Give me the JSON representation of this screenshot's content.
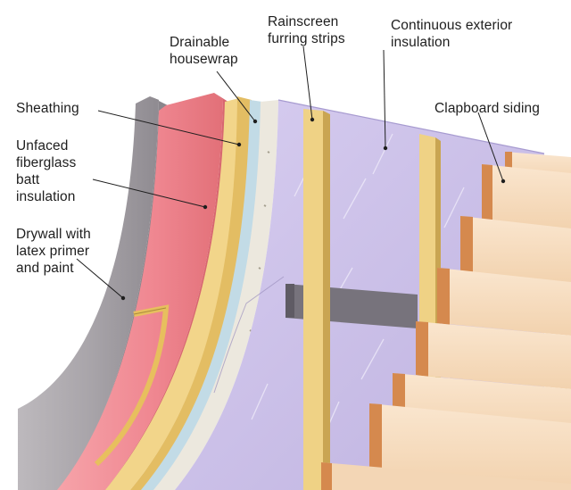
{
  "labels": {
    "housewrap": [
      "Drainable",
      "housewrap"
    ],
    "furring": [
      "Rainscreen",
      "furring strips"
    ],
    "insulation": [
      "Continuous exterior",
      "insulation"
    ],
    "sheathing": [
      "Sheathing"
    ],
    "fiberglass": [
      "Unfaced",
      "fiberglass",
      "batt",
      "insulation"
    ],
    "drywall": [
      "Drywall with",
      "latex primer",
      "and paint"
    ],
    "clapboard": [
      "Clapboard siding"
    ]
  },
  "colors": {
    "drywall": "#a7a3a8",
    "batt": "#f08a92",
    "stud": "#f2d58a",
    "sheathing": "#e9c979",
    "housewrap": "#c2dbe6",
    "foam_edge": "#ece8de",
    "exterior_insulation": "#cdc3ea",
    "furring": "#e7c777",
    "fastener": "#77737c",
    "clapboard": "#f6dcc0",
    "clapboard_edge": "#d5894e"
  }
}
